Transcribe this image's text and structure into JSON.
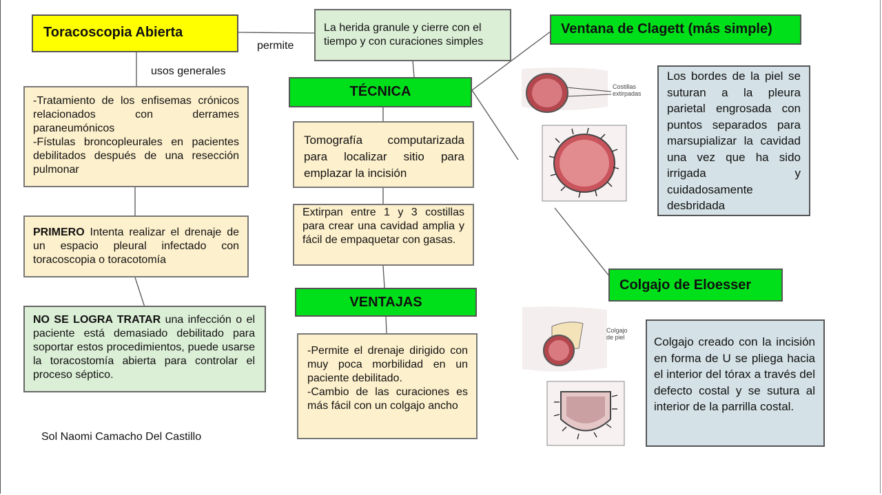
{
  "main": {
    "title": "Toracoscopia Abierta",
    "rel_permite": "permite",
    "rel_usos": "usos generales",
    "result": "La herida granule y cierre con el tiempo y con curaciones simples",
    "usos_line1": "-Tratamiento de los enfisemas crónicos relacionados con derrames paraneumónicos",
    "usos_line2": "-Fístulas broncopleurales en pacientes debilitados después de una resección pulmonar",
    "primero_bold": "PRIMERO",
    "primero_text": " Intenta realizar el drenaje de un espacio pleural infectado con toracoscopia o toracotomía",
    "nologra_bold": "NO SE LOGRA TRATAR",
    "nologra_text": "  una infección o el paciente está demasiado debilitado para soportar estos procedimientos, puede usarse la toracostomía abierta para controlar el proceso séptico.",
    "author": "Sol Naomi Camacho Del Castillo"
  },
  "tecnica": {
    "title": "TÉCNICA",
    "step1": "Tomografía computarizada para localizar sitio para emplazar la incisión",
    "step2": "Extirpan entre 1 y 3 costillas para crear una cavidad amplia y fácil de empaquetar con gasas."
  },
  "ventajas": {
    "title": "VENTAJAS",
    "line1": "-Permite el drenaje dirigido con muy poca morbilidad en un paciente debilitado.",
    "line2": "-Cambio de las curaciones es más fácil con un colgajo ancho"
  },
  "clagett": {
    "title": "Ventana de Clagett (más simple)",
    "description": "Los bordes de la piel se suturan a la pleura parietal engrosada con puntos separados para marsupializar la cavidad una vez que ha sido irrigada y cuidadosamente desbridada",
    "figure_caption": "Costillas extirpadas"
  },
  "eloesser": {
    "title": "Colgajo de Eloesser",
    "description": "Colgajo creado con la incisión en forma de U se pliega hacia el interior del tórax a través del defecto costal y se sutura al interior de la parrilla costal.",
    "figure_caption": "Colgajo de piel"
  },
  "colors": {
    "title_box": "#ffff00",
    "green_header": "#00e01a",
    "beige": "#fdf0cc",
    "mint": "#dbeed6",
    "blue_gray": "#d4e1e6"
  }
}
